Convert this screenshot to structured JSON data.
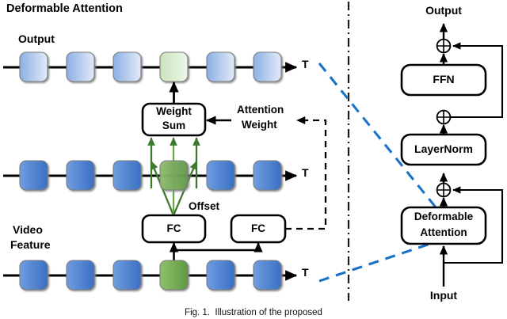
{
  "figure": {
    "title": "Deformable Attention",
    "caption": "Fig. 1.  Illustration of the proposed",
    "colors": {
      "blue_solid_light": "#6f9ddf",
      "blue_solid_dark": "#3a6fc4",
      "green_solid_light": "#8fc06a",
      "green_solid_dark": "#5d9a43",
      "output_blue_left": "#8cb0e4",
      "output_blue_right": "#e2eaf9",
      "output_green_left": "#c9e3bd",
      "output_green_right": "#eef7e9",
      "green_arrow": "#3d7a2e",
      "divider": "#1a1a1a",
      "blue_dashed": "#1a73c8",
      "stroke": "#000000"
    }
  },
  "left_panel": {
    "title": "Deformable Attention",
    "output_row": {
      "label": "Output",
      "axis_label": "T",
      "cells": [
        {
          "name": "output-cell-1",
          "kind": "blue"
        },
        {
          "name": "output-cell-2",
          "kind": "blue"
        },
        {
          "name": "output-cell-3",
          "kind": "blue"
        },
        {
          "name": "output-cell-4",
          "kind": "green"
        },
        {
          "name": "output-cell-5",
          "kind": "blue"
        },
        {
          "name": "output-cell-6",
          "kind": "blue"
        }
      ]
    },
    "middle_row": {
      "axis_label": "T",
      "cells": [
        {
          "name": "middle-cell-1",
          "kind": "blue"
        },
        {
          "name": "middle-cell-2",
          "kind": "blue"
        },
        {
          "name": "middle-cell-3",
          "kind": "blue"
        },
        {
          "name": "middle-cell-4",
          "kind": "green"
        },
        {
          "name": "middle-cell-5",
          "kind": "blue"
        },
        {
          "name": "middle-cell-6",
          "kind": "blue"
        }
      ]
    },
    "feature_row": {
      "label_line1": "Video",
      "label_line2": "Feature",
      "axis_label": "T",
      "cells": [
        {
          "name": "feature-cell-1",
          "kind": "blue"
        },
        {
          "name": "feature-cell-2",
          "kind": "blue"
        },
        {
          "name": "feature-cell-3",
          "kind": "blue"
        },
        {
          "name": "feature-cell-4",
          "kind": "green"
        },
        {
          "name": "feature-cell-5",
          "kind": "blue"
        },
        {
          "name": "feature-cell-6",
          "kind": "blue"
        }
      ]
    },
    "weight_sum_box": {
      "line1": "Weight",
      "line2": "Sum"
    },
    "attention_weight_label": {
      "line1": "Attention",
      "line2": "Weight"
    },
    "offset_label": "Offset",
    "fc_left": "FC",
    "fc_right": "FC"
  },
  "right_panel": {
    "output_label": "Output",
    "input_label": "Input",
    "blocks": [
      {
        "name": "ffn-block",
        "label": "FFN"
      },
      {
        "name": "layernorm-block",
        "label": "LayerNorm"
      },
      {
        "name": "deformable-attention-block",
        "label_line1": "Deformable",
        "label_line2": "Attention"
      }
    ],
    "adders": [
      {
        "name": "adder-top",
        "glyph": "+"
      },
      {
        "name": "adder-middle",
        "glyph": "+"
      },
      {
        "name": "adder-bottom",
        "glyph": "+"
      }
    ]
  }
}
